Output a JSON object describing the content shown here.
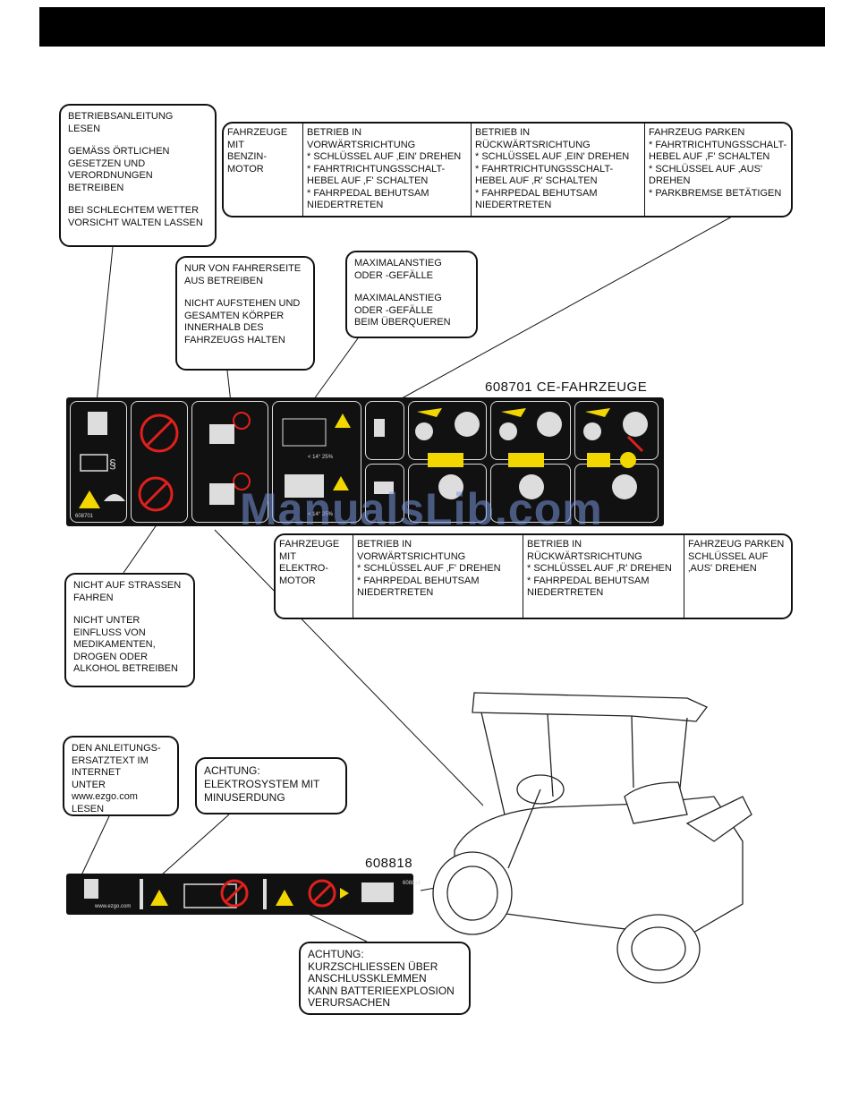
{
  "header": {
    "bar": ""
  },
  "callouts": {
    "manual": [
      "BETRIEBSANLEITUNG LESEN",
      "GEMÄSS ÖRTLICHEN\nGESETZEN UND\nVERORDNUNGEN\nBETREIBEN",
      "BEI SCHLECHTEM WETTER\nVORSICHT WALTEN LASSEN"
    ],
    "driver_side": [
      "NUR VON FAHRERSEITE\nAUS BETREIBEN",
      "NICHT AUFSTEHEN UND\nGESAMTEN KÖRPER\nINNERHALB DES\nFAHRZEUGS HALTEN"
    ],
    "slope": [
      "MAXIMALANSTIEG\nODER -GEFÄLLE",
      "MAXIMALANSTIEG\nODER -GEFÄLLE\nBEIM ÜBERQUEREN"
    ],
    "road": [
      "NICHT AUF STRASSEN\nFAHREN",
      "NICHT UNTER\nEINFLUSS VON\nMEDIKAMENTEN,\nDROGEN ODER\nALKOHOL BETREIBEN"
    ],
    "internet": [
      "DEN ANLEITUNGS-\nERSATZTEXT IM\nINTERNET\nUNTER\nwww.ezgo.com LESEN"
    ],
    "ground": [
      "ACHTUNG:\nELEKTROSYSTEM MIT\nMINUSERDUNG"
    ],
    "battery": [
      "ACHTUNG:\nKURZSCHLIESSEN ÜBER\nANSCHLUSSKLEMMEN\nKANN BATTERIEEXPLOSION\nVERURSACHEN"
    ]
  },
  "gas_table": [
    "FAHRZEUGE\nMIT\nBENZIN-\nMOTOR",
    "BETRIEB IN VORWÄRTSRICHTUNG\n* SCHLÜSSEL AUF ‚EIN' DREHEN\n* FAHRTRICHTUNGSSCHALT-\n  HEBEL AUF ‚F' SCHALTEN\n* FAHRPEDAL BEHUTSAM\n  NIEDERTRETEN",
    "BETRIEB IN RÜCKWÄRTSRICHTUNG\n* SCHLÜSSEL AUF ‚EIN' DREHEN\n* FAHRTRICHTUNGSSCHALT-\n  HEBEL AUF ‚R' SCHALTEN\n* FAHRPEDAL BEHUTSAM\n  NIEDERTRETEN",
    "FAHRZEUG PARKEN\n* FAHRTRICHTUNGSSCHALT-\n  HEBEL AUF ‚F' SCHALTEN\n* SCHLÜSSEL AUF ‚AUS'\n  DREHEN\n* PARKBREMSE BETÄTIGEN"
  ],
  "electric_table": [
    "FAHRZEUGE\nMIT\nELEKTRO-\nMOTOR",
    "BETRIEB IN VORWÄRTSRICHTUNG\n* SCHLÜSSEL AUF ‚F' DREHEN\n* FAHRPEDAL BEHUTSAM\n  NIEDERTRETEN",
    "BETRIEB IN\nRÜCKWÄRTSRICHTUNG\n* SCHLÜSSEL AUF ‚R' DREHEN\n* FAHRPEDAL BEHUTSAM\n  NIEDERTRETEN",
    "FAHRZEUG PARKEN\nSCHLÜSSEL AUF\n‚AUS' DREHEN"
  ],
  "decal1": {
    "label": "608701  CE-FAHRZEUGE",
    "code": "608701",
    "angle1": "< 14°  25%",
    "angle2": "< 14°  25%",
    "mark": "§"
  },
  "decal2": {
    "label": "608818",
    "url": "www.ezgo.com",
    "code": "608818"
  },
  "watermark": "ManualsLib.com",
  "colors": {
    "warning_yellow": "#f2d600",
    "prohibit_red": "#e0201c",
    "decal_black": "#111111"
  }
}
